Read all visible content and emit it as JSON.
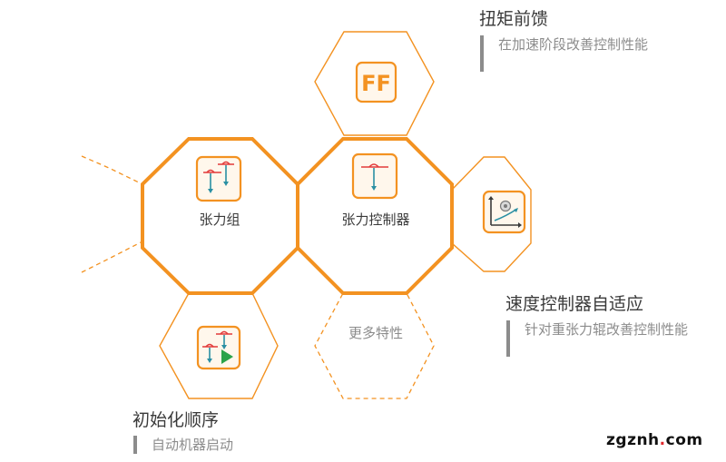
{
  "nodes": {
    "tension_group_label": "张力组",
    "tension_controller_label": "张力控制器",
    "more_features_label": "更多特性",
    "ff_icon_text": "FF"
  },
  "callouts": {
    "feedforward": {
      "title": "扭矩前馈",
      "desc": "在加速阶段改善控制性能"
    },
    "speed_adaptive": {
      "title": "速度控制器自适应",
      "desc": "针对重张力辊改善控制性能"
    },
    "init_sequence": {
      "title": "初始化顺序",
      "desc": "自动机器启动"
    }
  },
  "watermark": {
    "prefix": "zgznh",
    "dot": ".",
    "suffix": "com"
  },
  "colors": {
    "orange": "#f39221",
    "text_dark": "#3a3a3a",
    "text_gray": "#8c8c8c",
    "teal": "#2a8fa3",
    "red": "#e23a3a",
    "green": "#2aa34a"
  }
}
